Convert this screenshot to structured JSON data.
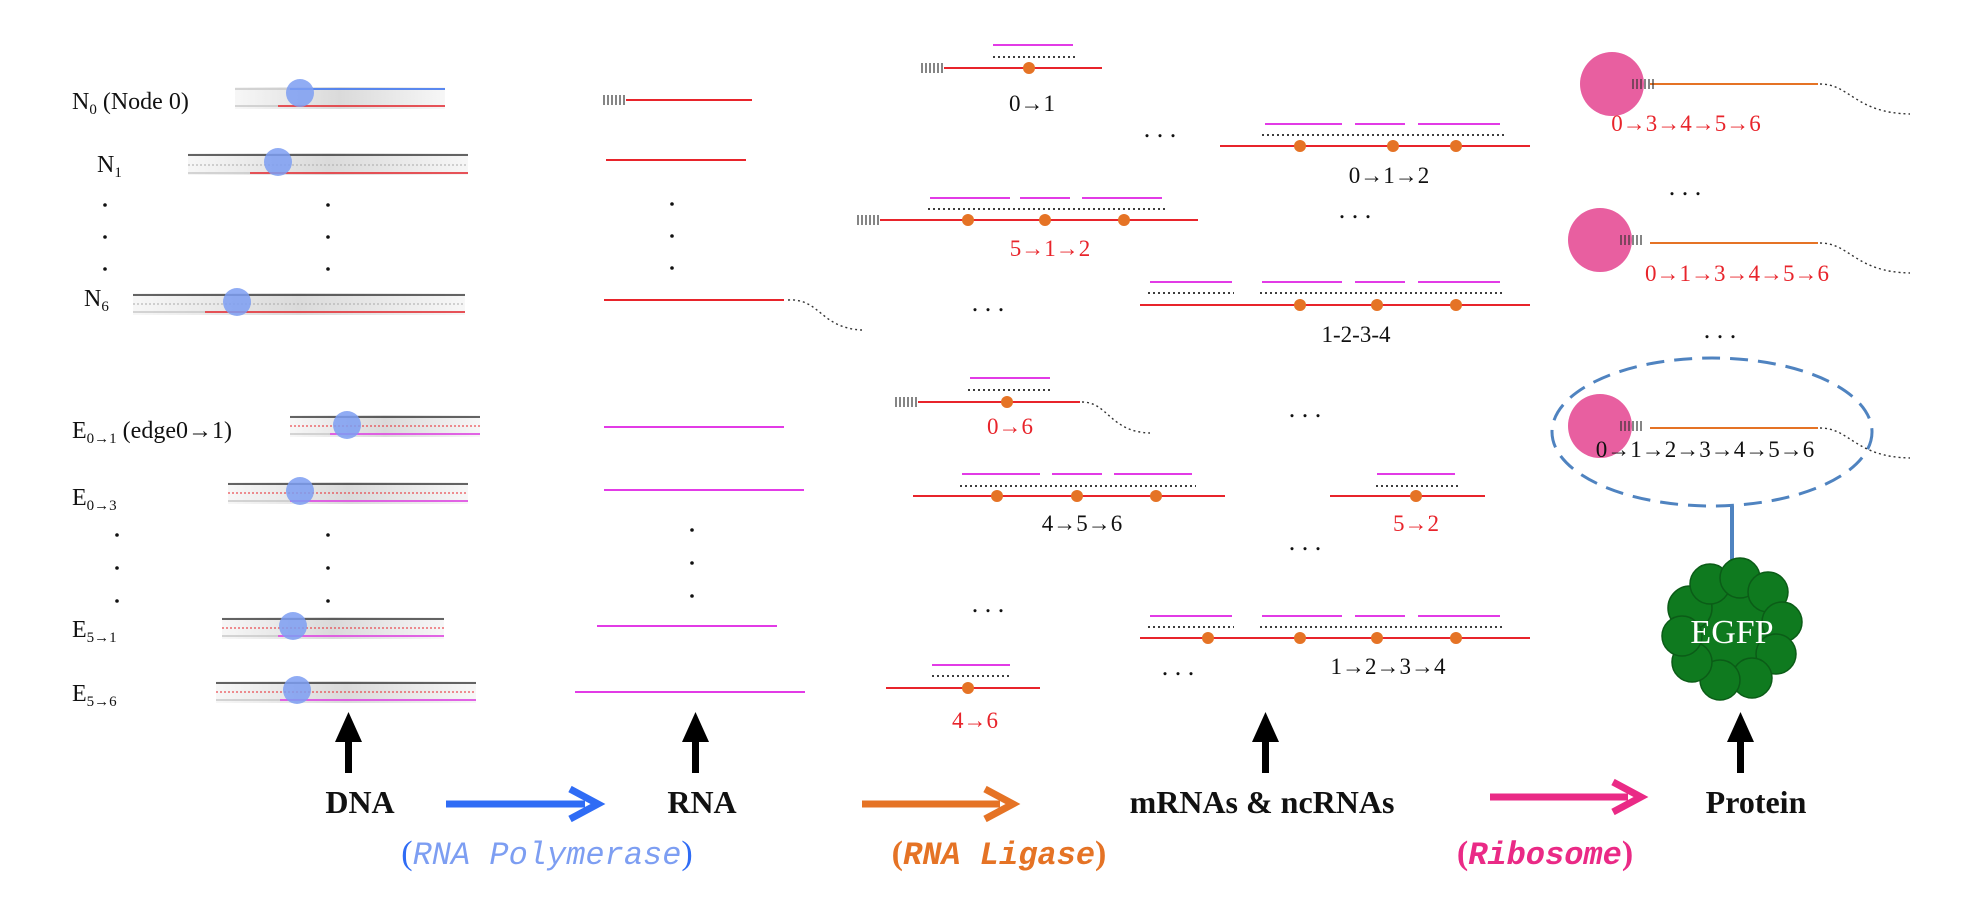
{
  "colors": {
    "red": "#e8242b",
    "magenta": "#e23be6",
    "blue": "#2f6cf5",
    "polymerase": "#7d9ef2",
    "orange": "#e57325",
    "pink": "#ea2a86",
    "ribosome": "#e85fa0",
    "egfp": "#0f7a1f",
    "ellipse": "#4f83c0",
    "dark": "#111111"
  },
  "dna": {
    "node_labels": [
      {
        "main": "N",
        "sub": "0",
        "rest": " (Node 0)"
      },
      {
        "main": "N",
        "sub": "1",
        "rest": ""
      },
      {
        "main": "N",
        "sub": "6",
        "rest": ""
      }
    ],
    "edge_labels": [
      {
        "main": "E",
        "sub": "0→1",
        "rest": " (edge0→1)"
      },
      {
        "main": "E",
        "sub": "0→3",
        "rest": ""
      },
      {
        "main": "E",
        "sub": "5→1",
        "rest": ""
      },
      {
        "main": "E",
        "sub": "5→6",
        "rest": ""
      }
    ]
  },
  "mrna_labels": {
    "l_0_1": "0→1",
    "l_5_1_2": "5→1→2",
    "l_0_6": "0→6",
    "l_4_5_6": "4→5→6",
    "l_4_6": "4→6",
    "l_0_1_2": "0→1→2",
    "l_1234_dash": "1-2-3-4",
    "l_5_2": "5→2",
    "l_1234_arrow": "1→2→3→4"
  },
  "protein_labels": {
    "p1": "0→3→4→5→6",
    "p2": "0→1→3→4→5→6",
    "p3": "0→1→2→3→4→5→6",
    "egfp": "EGFP"
  },
  "stages": {
    "dna": "DNA",
    "rna": "RNA",
    "mrna": "mRNAs & ncRNAs",
    "protein": "Protein"
  },
  "enzymes": {
    "polymerase": "RNA Polymerase",
    "ligase": "RNA Ligase",
    "ribosome": "Ribosome"
  },
  "ellipsis_dots": ". . ."
}
